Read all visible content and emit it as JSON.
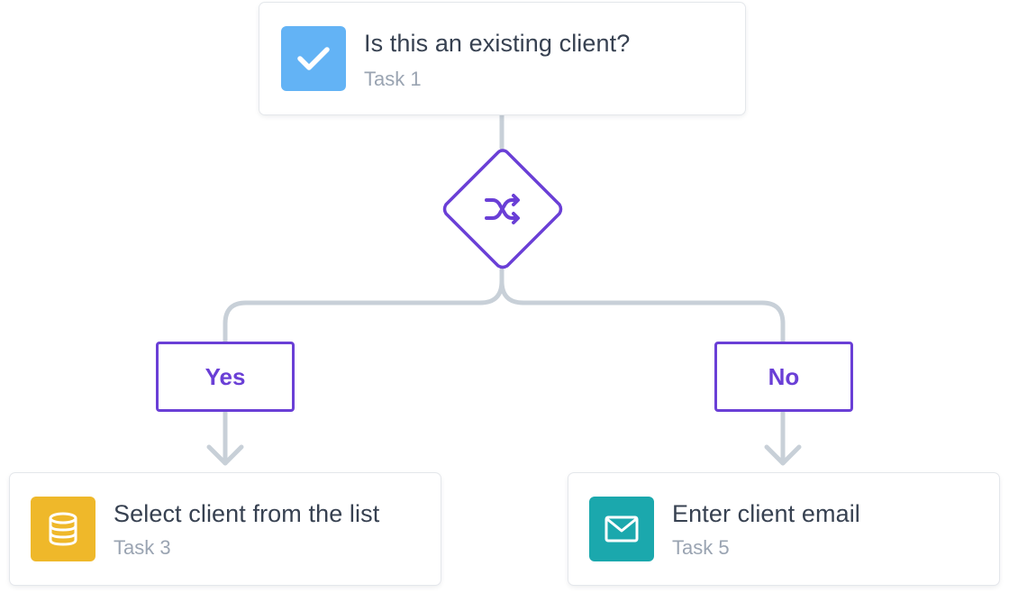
{
  "flow": {
    "start_task": {
      "title": "Is this an existing client?",
      "subtitle": "Task 1",
      "icon": "checkmark-icon",
      "color": "#63b3f5"
    },
    "gateway": {
      "icon": "shuffle-icon",
      "color": "#6a3fd6"
    },
    "branches": [
      {
        "label": "Yes",
        "task": {
          "title": "Select client from the list",
          "subtitle": "Task 3",
          "icon": "database-icon",
          "color": "#efb82a"
        }
      },
      {
        "label": "No",
        "task": {
          "title": "Enter client email",
          "subtitle": "Task 5",
          "icon": "envelope-icon",
          "color": "#1ba8ad"
        }
      }
    ],
    "connector_color": "#c8d0d8"
  }
}
